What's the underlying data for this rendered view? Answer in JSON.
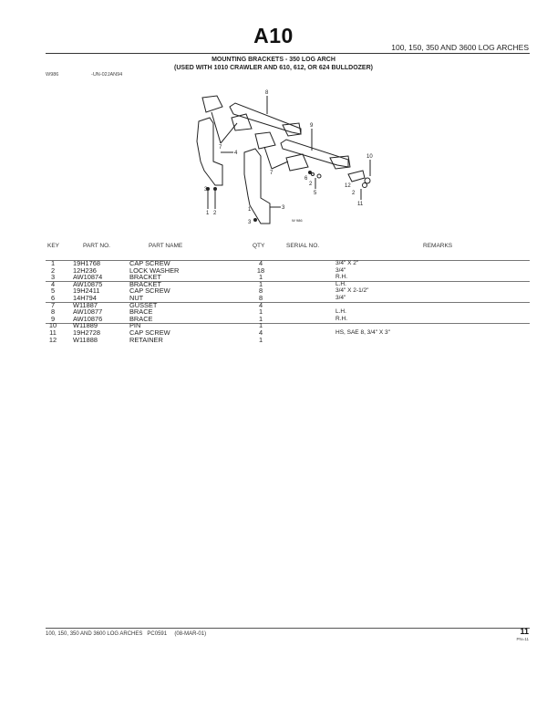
{
  "header": {
    "page_code": "A10",
    "section_title": "100, 150, 350 AND 3600 LOG ARCHES"
  },
  "figure": {
    "title_line1": "MOUNTING BRACKETS - 350 LOG ARCH",
    "title_line2": "(USED WITH 1010 CRAWLER AND 610, 612, OR 624 BULLDOZER)",
    "ref_code": "W986",
    "ref_date": "-UN-02JAN94",
    "diagram_callouts": [
      "1",
      "2",
      "3",
      "4",
      "5",
      "6",
      "7",
      "8",
      "9",
      "10",
      "11",
      "12"
    ],
    "diagram_id": "W 986"
  },
  "table": {
    "headers": {
      "key": "KEY",
      "part_no": "PART NO.",
      "part_name": "PART NAME",
      "qty": "QTY",
      "serial_no": "SERIAL NO.",
      "remarks": "REMARKS"
    },
    "rows": [
      {
        "key": "1",
        "part_no": "19H1768",
        "part_name": "CAP SCREW",
        "qty": "4",
        "serial_no": "",
        "remarks": "3/4\" X 2\""
      },
      {
        "key": "2",
        "part_no": "12H236",
        "part_name": "LOCK WASHER",
        "qty": "18",
        "serial_no": "",
        "remarks": "3/4\""
      },
      {
        "key": "3",
        "part_no": "AW10874",
        "part_name": "BRACKET",
        "qty": "1",
        "serial_no": "",
        "remarks": "R.H."
      },
      {
        "key": "4",
        "part_no": "AW10875",
        "part_name": "BRACKET",
        "qty": "1",
        "serial_no": "",
        "remarks": "L.H."
      },
      {
        "key": "5",
        "part_no": "19H2411",
        "part_name": "CAP SCREW",
        "qty": "8",
        "serial_no": "",
        "remarks": "3/4\" X 2-1/2\""
      },
      {
        "key": "6",
        "part_no": "14H794",
        "part_name": "NUT",
        "qty": "8",
        "serial_no": "",
        "remarks": "3/4\""
      },
      {
        "key": "7",
        "part_no": "W11887",
        "part_name": "GUSSET",
        "qty": "4",
        "serial_no": "",
        "remarks": ""
      },
      {
        "key": "8",
        "part_no": "AW10877",
        "part_name": "BRACE",
        "qty": "1",
        "serial_no": "",
        "remarks": "L.H."
      },
      {
        "key": "9",
        "part_no": "AW10876",
        "part_name": "BRACE",
        "qty": "1",
        "serial_no": "",
        "remarks": "R.H."
      },
      {
        "key": "10",
        "part_no": "W11889",
        "part_name": "PIN",
        "qty": "1",
        "serial_no": "",
        "remarks": ""
      },
      {
        "key": "11",
        "part_no": "19H2728",
        "part_name": "CAP SCREW",
        "qty": "4",
        "serial_no": "",
        "remarks": "HS, SAE 8, 3/4\" X 3\""
      },
      {
        "key": "12",
        "part_no": "W11888",
        "part_name": "RETAINER",
        "qty": "1",
        "serial_no": "",
        "remarks": ""
      }
    ]
  },
  "footer": {
    "left_text": "100, 150, 350 AND 3600 LOG ARCHES   PC0591     (08-MAR-01)",
    "page_number": "11",
    "page_sub": "PN=11"
  }
}
